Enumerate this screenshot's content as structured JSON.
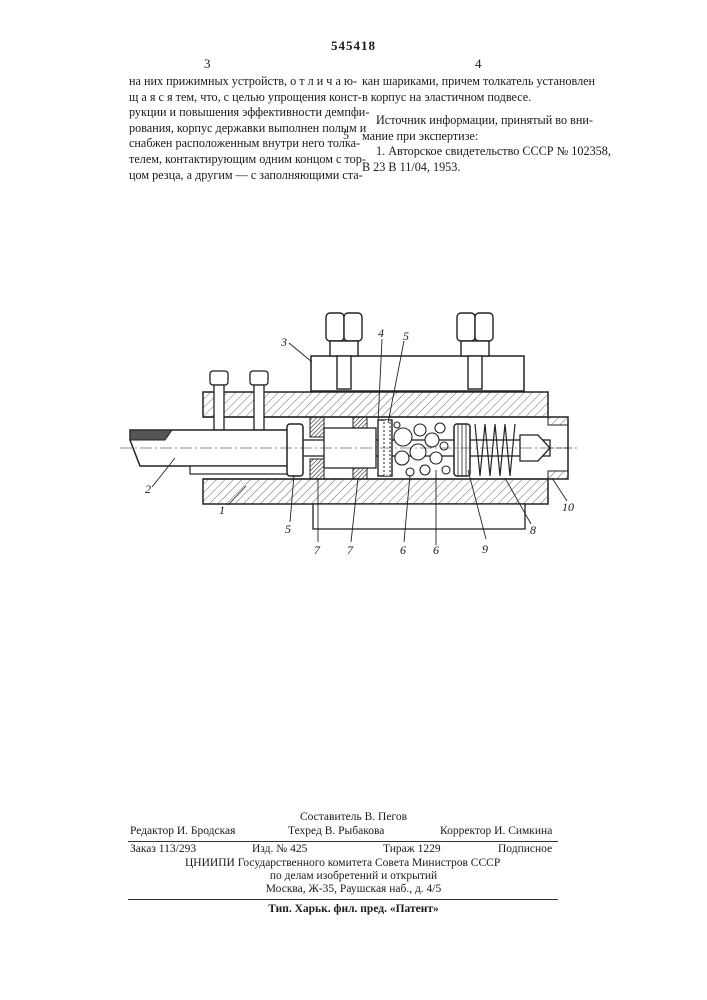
{
  "header": {
    "patent_number": "545418",
    "col_left_num": "3",
    "col_right_num": "4"
  },
  "left_column": {
    "lines": [
      "на них прижимных устройств, о т л и ч а ю-",
      "щ а я с я тем, что, с целью упрощения конст-",
      "рукции и повышения эффективности демпфи-",
      "рования, корпус державки выполнен полым и",
      "снабжен расположенным внутри него толка-",
      "телем, контактирующим одним концом с тор-",
      "цом резца, а другим — с заполняющими ста-"
    ]
  },
  "right_column": {
    "lines": [
      "кан шариками, причем толкатель установлен",
      "в корпус на эластичном подвесе."
    ],
    "source_heading_1": "Источник информации, принятый во вни-",
    "source_heading_2": "мание при экспертизе:",
    "source_item_1": "1. Авторское свидетельство СССР № 102358,",
    "source_item_2": "В 23 В 11/04, 1953."
  },
  "line_number_5": "5",
  "figure": {
    "labels": {
      "l1": "1",
      "l2": "2",
      "l3": "3",
      "l4": "4",
      "l5a": "5",
      "l5b": "5",
      "l6a": "6",
      "l6b": "6",
      "l7a": "7",
      "l7b": "7",
      "l8": "8",
      "l9": "9",
      "l10": "10"
    }
  },
  "footer": {
    "composer": "Составитель В. Пегов",
    "editor": "Редактор И. Бродская",
    "techred": "Техред В. Рыбакова",
    "corrector": "Корректор И. Симкина",
    "order": "Заказ 113/293",
    "edition": "Изд. № 425",
    "print_run": "Тираж 1229",
    "subscription": "Подписное",
    "org_1": "ЦНИИПИ Государственного комитета Совета Министров СССР",
    "org_2": "по делам изобретений и открытий",
    "org_3": "Москва, Ж-35, Раушская наб., д. 4/5",
    "printer": "Тип. Харьк. фил. пред. «Патент»"
  }
}
